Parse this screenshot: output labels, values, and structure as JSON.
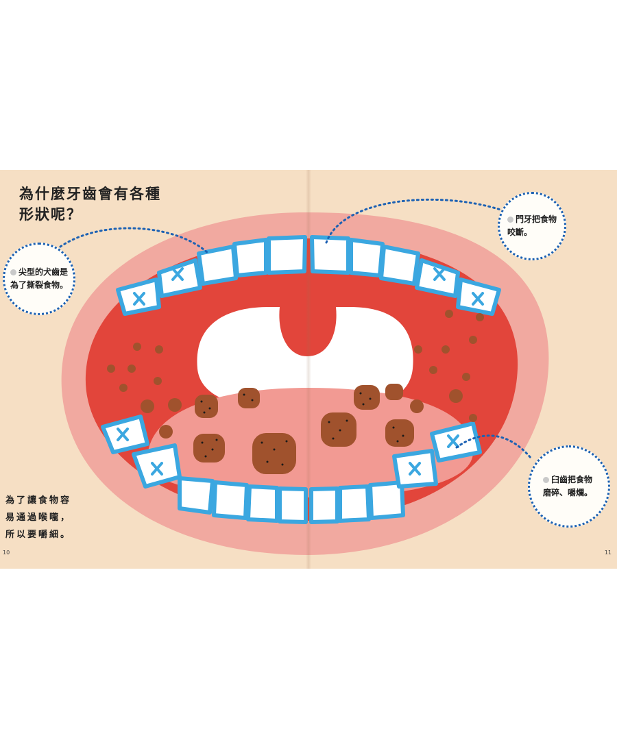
{
  "title": {
    "line1": "為什麼牙齒會有各種",
    "line2": "形狀呢？"
  },
  "caption": {
    "line1": "為了讓食物容",
    "line2": "易通過喉嚨，",
    "line3": "所以要嚼細。"
  },
  "callouts": {
    "canine": "尖型的犬齒是為了撕裂食物。",
    "incisor": "門牙把食物咬斷。",
    "molar": "臼齒把食物磨碎、嚼爛。"
  },
  "page_numbers": {
    "left": "10",
    "right": "11"
  },
  "colors": {
    "page": "#f6dfc4",
    "lips": "#f1a9a0",
    "mouth": "#e2453b",
    "tongue": "#f29a93",
    "teeth_outline": "#3ba7e0",
    "food": "#a0522d",
    "callout_border": "#1c61b3"
  },
  "icons": {
    "callout_marker": "gray-dot-icon"
  }
}
